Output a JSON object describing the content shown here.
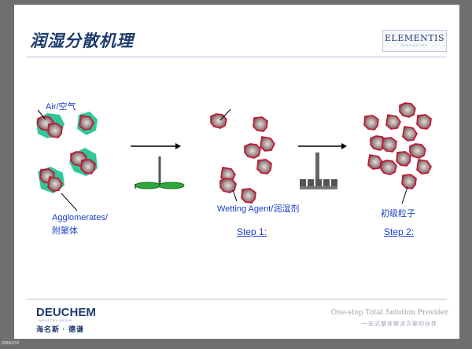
{
  "slide": {
    "title": "润湿分散机理",
    "brand_logo": "ELEMENTIS",
    "brand_logo_sub": "SPECIALTIES",
    "labels": {
      "air": "Air/空气",
      "agglomerates_line1": "Agglomerates/",
      "agglomerates_line2": "附聚体",
      "wetting_agent": "Wetting Agent/润湿剂",
      "primary_particles": "初级粒子"
    },
    "steps": {
      "step1": "Step 1:",
      "step2": "Step 2:"
    },
    "footer": {
      "company": "DEUCHEM",
      "company_sub": "INDUSTRY·RESIN",
      "company_cn": "海名斯 · 德谦",
      "tagline": "One-stop Total Solution Provider",
      "tagline_cn": "一站式整体解决方案的伙伴",
      "date": "2009/1/12"
    }
  },
  "colors": {
    "title": "#1f3b6e",
    "label_blue": "#1a3fc4",
    "agglomerate_fill": "#2fc79a",
    "particle_outline": "#c8102e",
    "particle_fill": "#8a7474",
    "mixer_blade": "#2fa83a"
  },
  "icons": [
    "arrow-right-icon",
    "mixer-blade-icon",
    "disperser-blade-icon"
  ]
}
